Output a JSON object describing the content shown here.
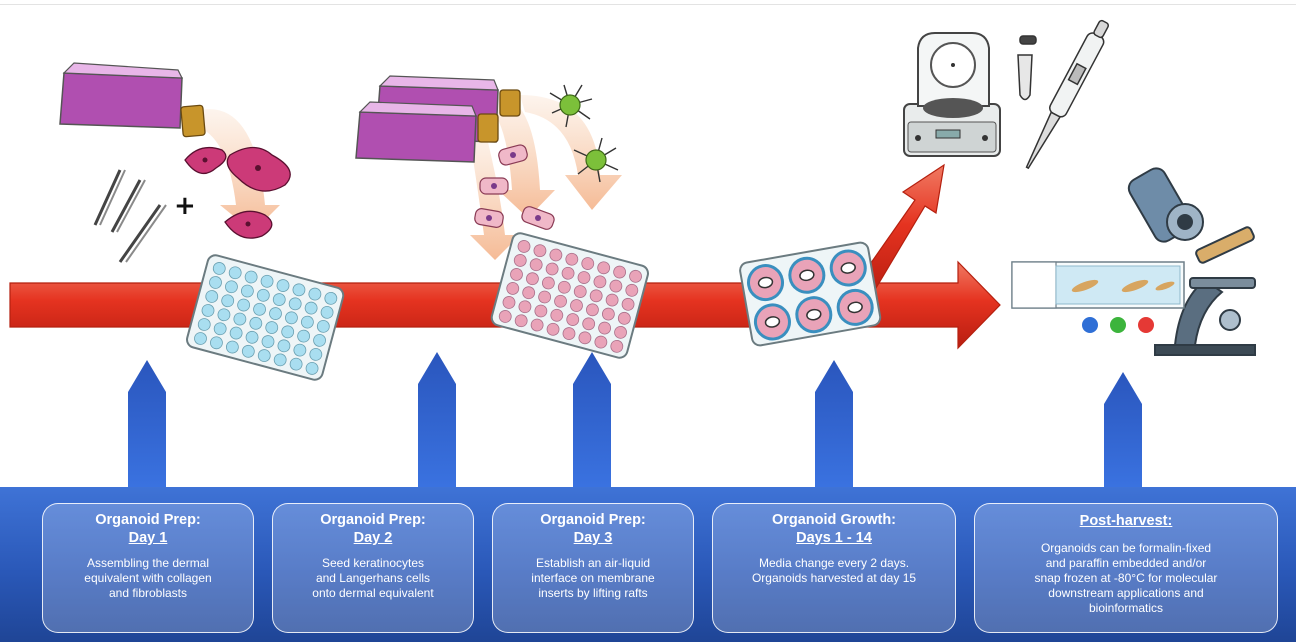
{
  "stages": [
    {
      "title": "Organoid Prep:",
      "subtitle": "Day 1",
      "description": "Assembling the dermal\nequivalent with collagen\nand fibroblasts"
    },
    {
      "title": "Organoid Prep:",
      "subtitle": "Day 2",
      "description": "Seed keratinocytes\nand Langerhans cells\nonto dermal equivalent"
    },
    {
      "title": "Organoid Prep:",
      "subtitle": "Day 3",
      "description": "Establish an air-liquid\ninterface on membrane\ninserts by lifting rafts"
    },
    {
      "title": "Organoid Growth:",
      "subtitle": "Days 1 - 14",
      "description": "Media change every 2 days.\nOrganoids harvested at day 15"
    },
    {
      "title": "",
      "subtitle": "Post-harvest:",
      "description": "Organoids can be formalin-fixed\nand paraffin embedded and/or\nsnap frozen at -80°C for molecular\ndownstream applications and\nbioinformatics"
    }
  ],
  "plus_symbol": "+",
  "colors": {
    "timeline_arrow": "#e53320",
    "band_top": "#3f73d6",
    "band_bottom": "#1f4596",
    "pointer_arrow": "#2f5bbf",
    "flask": "#b04fb0",
    "cell": "#cc3a78",
    "well_plate_blue": "#a9def0",
    "well_plate_pink": "#e9a3b8",
    "langerhans_cell": "#7cc03a",
    "stain_blue": "#2f6fd6",
    "stain_green": "#3cb43c",
    "stain_red": "#e53935"
  },
  "icons": [
    "culture-flask-icon",
    "fibroblast-icon",
    "collagen-fiber-icon",
    "well-plate-icon",
    "keratinocyte-icon",
    "langerhans-cell-icon",
    "centrifuge-icon",
    "microtube-icon",
    "pipette-icon",
    "microscope-icon",
    "microscope-slide-icon"
  ]
}
